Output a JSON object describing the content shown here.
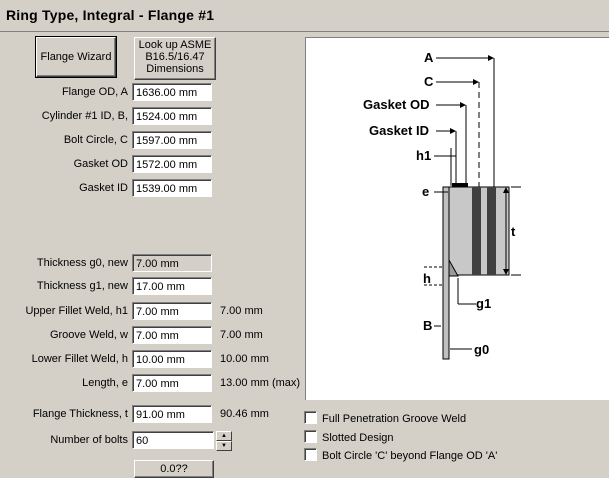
{
  "window": {
    "title": "Ring Type, Integral - Flange #1"
  },
  "buttons": {
    "flange_wizard": "Flange Wizard",
    "lookup_line1": "Look up ASME",
    "lookup_line2": "B16.5/16.47",
    "lookup_line3": "Dimensions",
    "bottom_partial": "0.0??"
  },
  "fields": [
    {
      "label": "Flange OD, A",
      "value": "1636.00 mm"
    },
    {
      "label": "Cylinder #1 ID, B,",
      "value": "1524.00 mm"
    },
    {
      "label": "Bolt Circle, C",
      "value": "1597.00 mm"
    },
    {
      "label": "Gasket OD",
      "value": "1572.00 mm"
    },
    {
      "label": "Gasket ID",
      "value": "1539.00 mm"
    },
    {
      "label": "Thickness g0, new",
      "value": "7.00 mm",
      "readonly": true
    },
    {
      "label": "Thickness g1, new",
      "value": "17.00 mm"
    },
    {
      "label": "Upper Fillet Weld, h1",
      "value": "7.00 mm",
      "computed": "7.00 mm"
    },
    {
      "label": "Groove Weld, w",
      "value": "7.00 mm",
      "computed": "7.00 mm"
    },
    {
      "label": "Lower Fillet Weld, h",
      "value": "10.00 mm",
      "computed": "10.00 mm"
    },
    {
      "label": "Length, e",
      "value": "7.00 mm",
      "computed": "13.00 mm (max)"
    },
    {
      "label": "Flange Thickness, t",
      "value": "91.00 mm",
      "computed": "90.46 mm"
    },
    {
      "label": "Number of bolts",
      "value": "60"
    }
  ],
  "checkboxes": [
    {
      "label": "Full Penetration Groove Weld",
      "checked": false
    },
    {
      "label": "Slotted Design",
      "checked": false
    },
    {
      "label": "Bolt Circle 'C' beyond Flange OD 'A'",
      "checked": false
    }
  ],
  "diagram": {
    "labels": {
      "A": "A",
      "C": "C",
      "gasket_od": "Gasket OD",
      "gasket_id": "Gasket ID",
      "h1": "h1",
      "e": "e",
      "t": "t",
      "h": "h",
      "g1": "g1",
      "B": "B",
      "g0": "g0"
    },
    "colors": {
      "ring": "#c8c8c8",
      "dark_band": "#404040",
      "shell": "#c0c0c0"
    }
  }
}
